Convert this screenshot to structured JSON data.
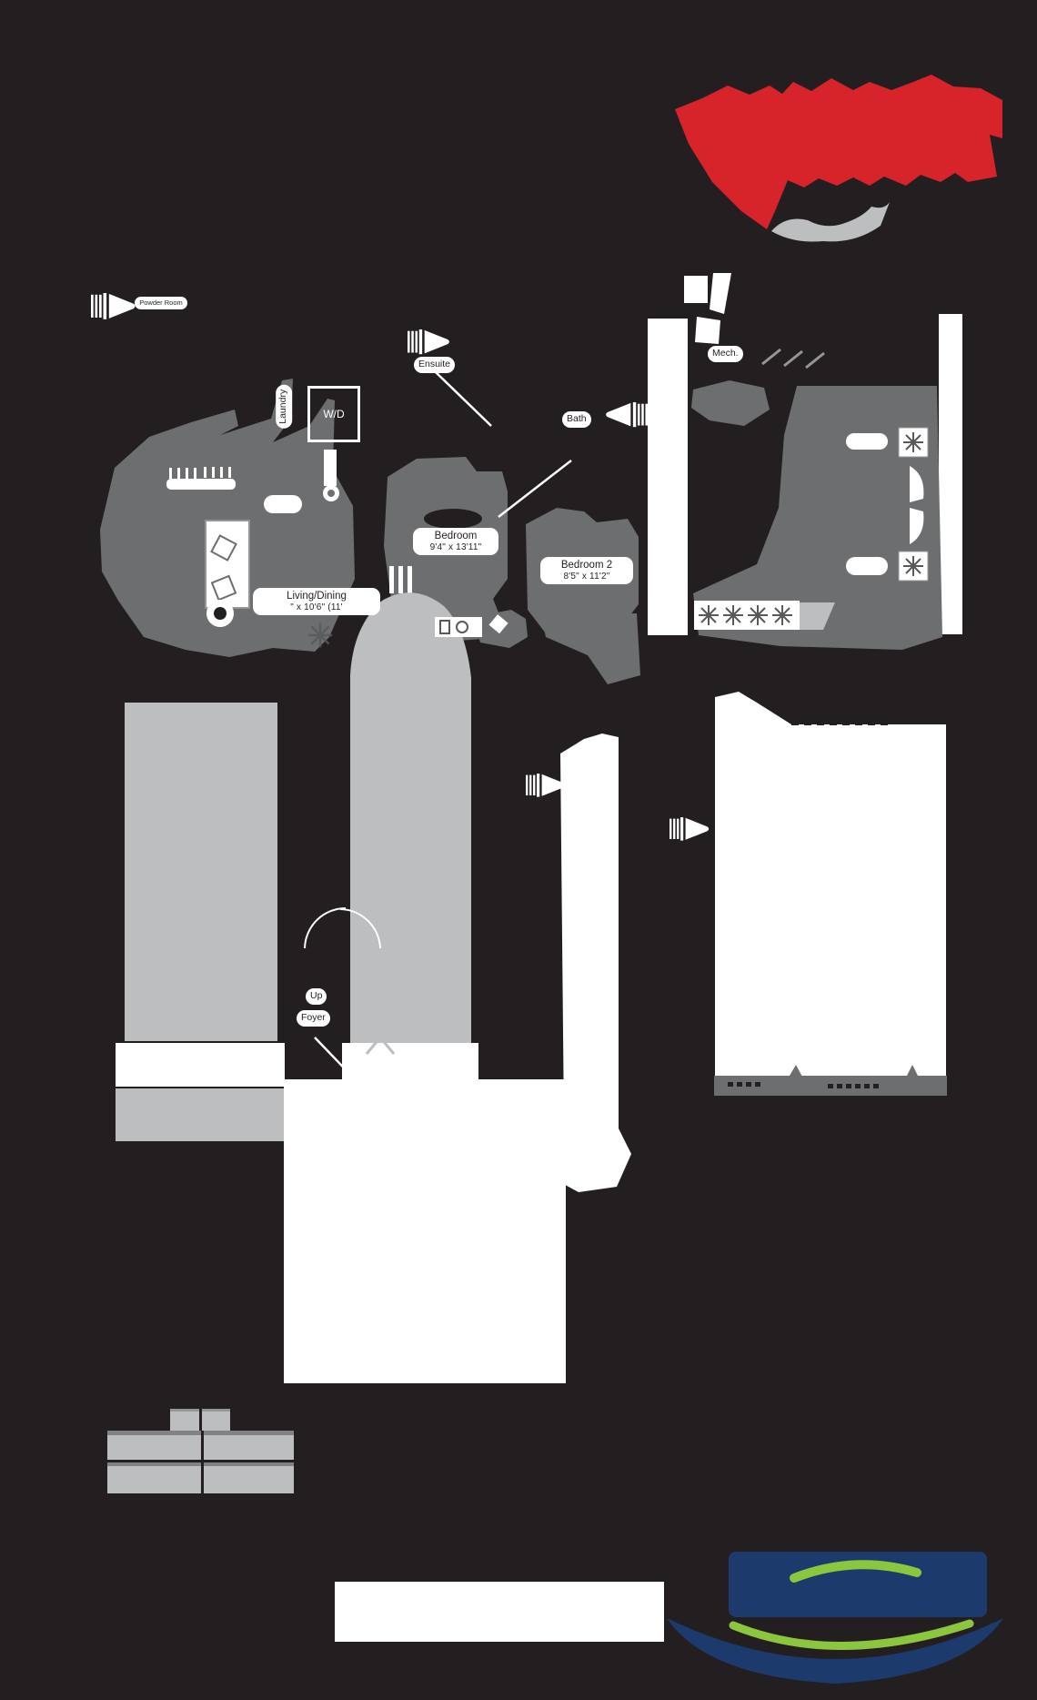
{
  "palette": {
    "background": "#231f20",
    "room_gray": "#6d6e70",
    "light_gray": "#bcbec0",
    "mid_gray": "#808285",
    "white": "#ffffff",
    "logo_red": "#d7232a",
    "logo_swoosh_gray": "#bcbec0",
    "footer_logo_navy": "#1d3a6d",
    "footer_logo_green": "#8cc63e"
  },
  "labels": {
    "powder_room": "Powder Room",
    "ensuite": "Ensuite",
    "laundry": "Laundry",
    "washer_dryer": "W/D",
    "bath": "Bath",
    "mech": "Mech.",
    "up": "Up",
    "foyer": "Foyer"
  },
  "rooms": {
    "bedroom": {
      "name": "Bedroom",
      "dims": "9'4\" x 13'11\""
    },
    "bedroom2": {
      "name": "Bedroom 2",
      "dims": "8'5\" x 11'2\""
    },
    "living_dining": {
      "name": "Living/Dining",
      "dims": "\" x 10'6\" (11'"
    }
  },
  "icons": {
    "door": "door-swing-icon",
    "plant": "❋",
    "side_table": "plant-table-icon",
    "sofa": "sofa-icon",
    "bed_pillow": "pillow-icon",
    "sink": "round-sink-icon",
    "stool": "bar-stool-icon"
  }
}
